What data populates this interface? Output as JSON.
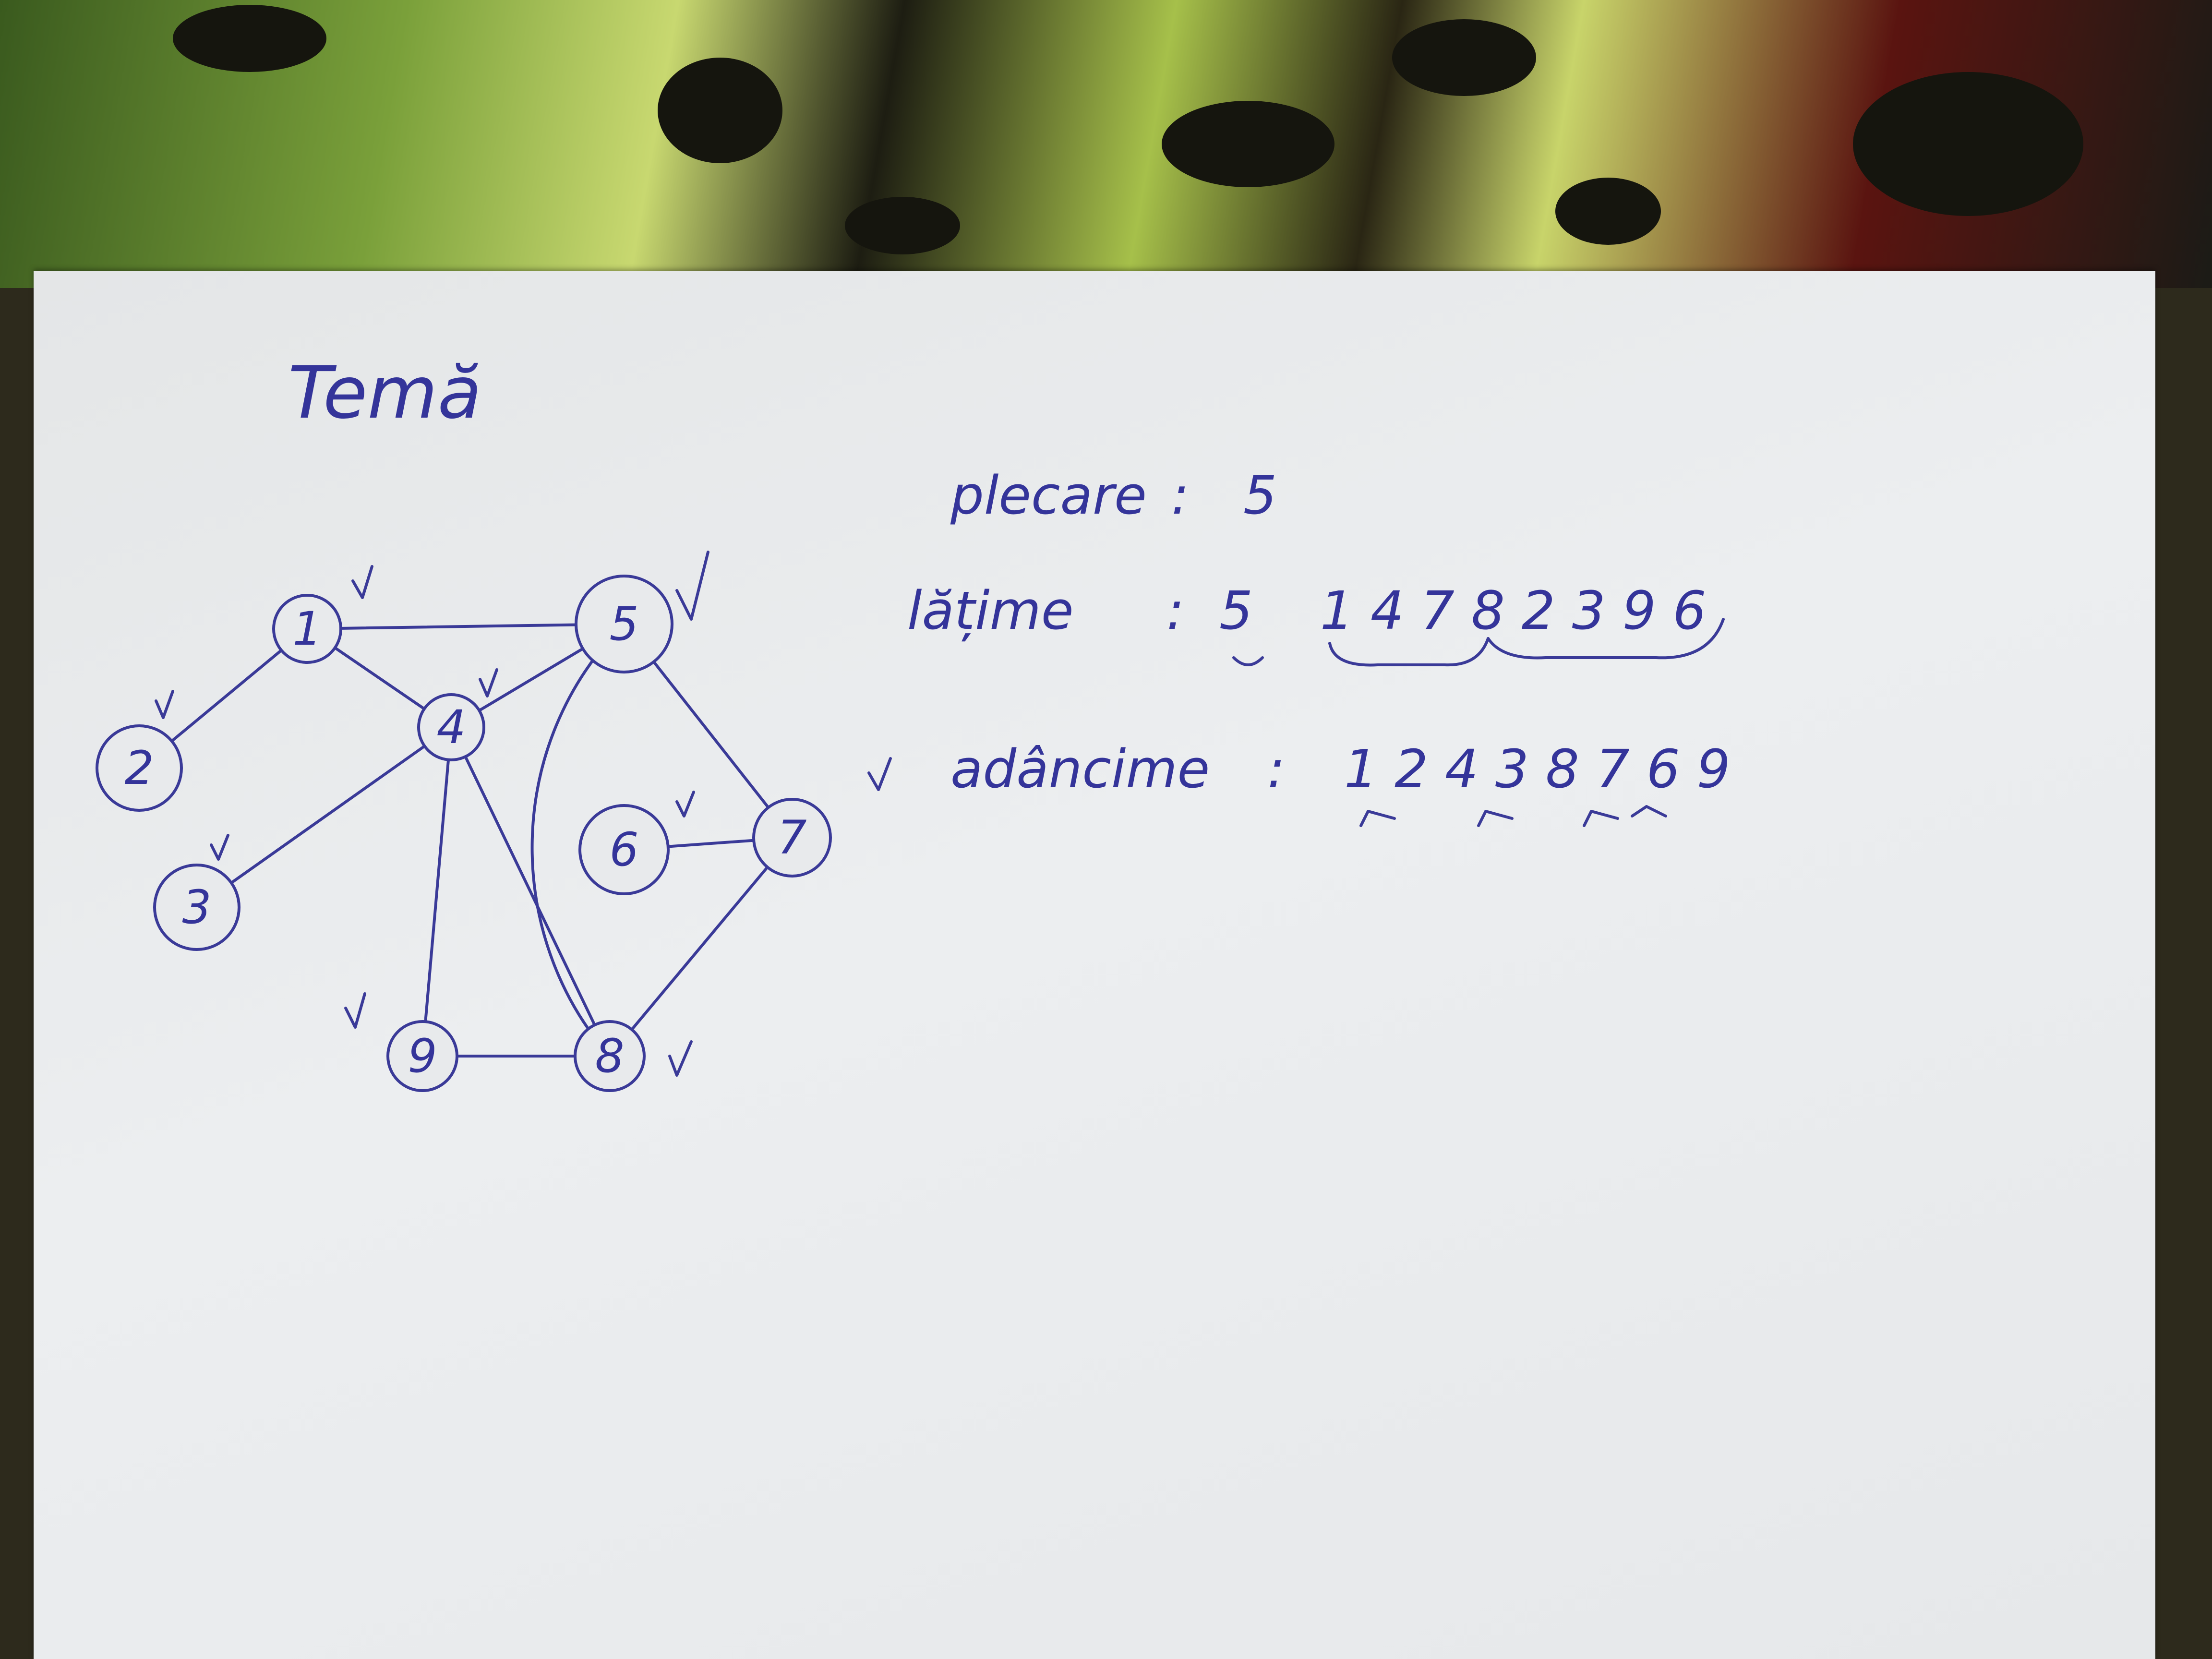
{
  "title": "Temă",
  "nodes": [
    {
      "id": "1",
      "label": "1"
    },
    {
      "id": "2",
      "label": "2"
    },
    {
      "id": "3",
      "label": "3"
    },
    {
      "id": "4",
      "label": "4"
    },
    {
      "id": "5",
      "label": "5"
    },
    {
      "id": "6",
      "label": "6"
    },
    {
      "id": "7",
      "label": "7"
    },
    {
      "id": "8",
      "label": "8"
    },
    {
      "id": "9",
      "label": "9"
    }
  ],
  "edges": [
    [
      "1",
      "5"
    ],
    [
      "1",
      "2"
    ],
    [
      "1",
      "4"
    ],
    [
      "5",
      "4"
    ],
    [
      "5",
      "7"
    ],
    [
      "5",
      "8"
    ],
    [
      "4",
      "3"
    ],
    [
      "4",
      "9"
    ],
    [
      "4",
      "8"
    ],
    [
      "6",
      "7"
    ],
    [
      "7",
      "8"
    ],
    [
      "9",
      "8"
    ]
  ],
  "visited_mark": "V",
  "start": {
    "label": "plecare",
    "value": "5"
  },
  "bfs": {
    "label": "lățime",
    "start_value": "5",
    "sequence": "1 4 7 8 2 3 9 6"
  },
  "dfs": {
    "label": "adâncime",
    "sequence": "1 2 4 3 8 7 6 9"
  },
  "separator": ":"
}
